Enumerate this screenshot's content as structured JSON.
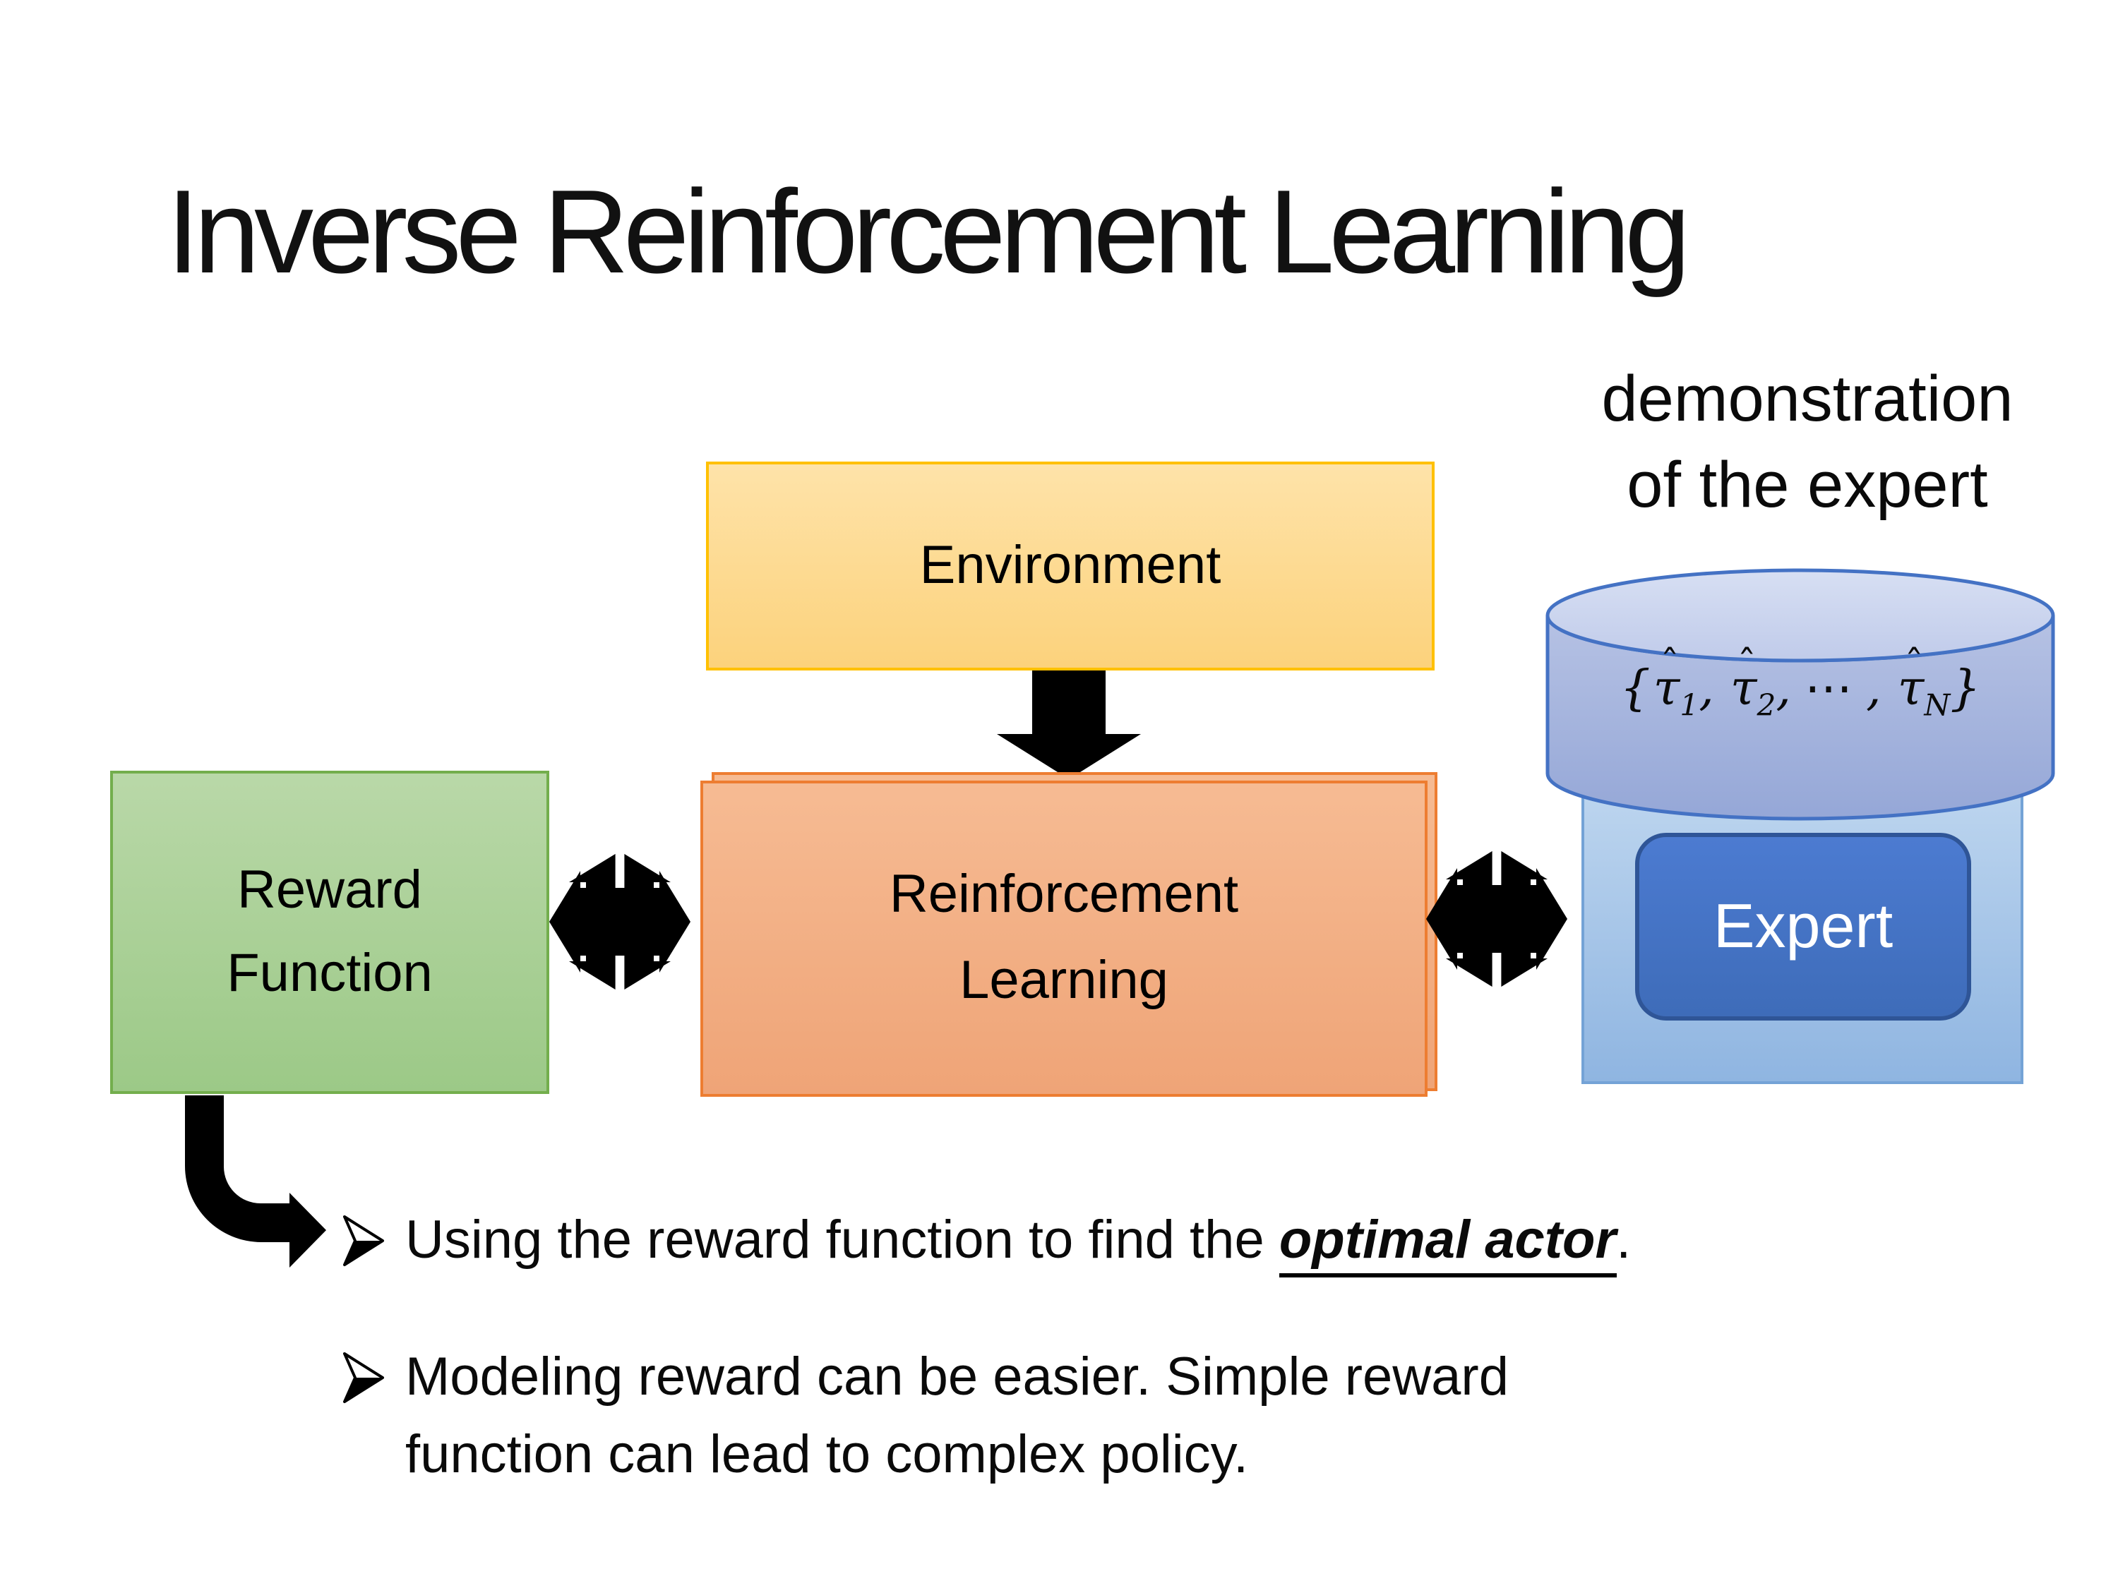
{
  "slide": {
    "title": "Inverse Reinforcement Learning",
    "demo_label": {
      "line1": "demonstration",
      "line2": "of the expert"
    },
    "environment_box": {
      "label": "Environment"
    },
    "reward_box": {
      "line1": "Reward",
      "line2": "Function"
    },
    "rl_box": {
      "line1": "Reinforcement",
      "line2": "Learning"
    },
    "expert_box": {
      "label": "Expert"
    },
    "demo_database": {
      "formula": {
        "open": "{",
        "tau": "τ",
        "hat": "ˆ",
        "sub1": "1",
        "sub2": "2",
        "subN": "N",
        "comma": ",",
        "dots": "⋯",
        "close": "}",
        "full_text": "{τ̂1, τ̂2, ⋯ , τ̂N}"
      }
    },
    "bullets": {
      "item1": {
        "lead": "Using the reward function to find the ",
        "emphasis": "optimal actor",
        "tail": "."
      },
      "item2": {
        "line1": "Modeling reward can be easier. Simple reward",
        "line2": "function can lead to complex policy."
      }
    },
    "icons": {
      "bullet_marker": "➢",
      "down_arrow": "thick-black-down-arrow",
      "double_arrow": "four-way-exchange-arrow",
      "bent_arrow": "elbow-down-right-arrow"
    },
    "colors": {
      "environment_fill": "#FCD27C",
      "environment_border": "#FFC000",
      "reward_fill": "#9CC987",
      "reward_border": "#73AE4D",
      "rl_fill": "#F4AF85",
      "rl_border": "#ED7D31",
      "expert_container_fill": "#A6C6EA",
      "expert_container_border": "#74A3D6",
      "expert_fill": "#4472C4",
      "expert_border": "#2F5597",
      "cylinder_fill": "#A5B4DD",
      "cylinder_top_fill": "#D2DBF1",
      "cylinder_border": "#4472C4",
      "arrow_color": "#000000"
    }
  }
}
